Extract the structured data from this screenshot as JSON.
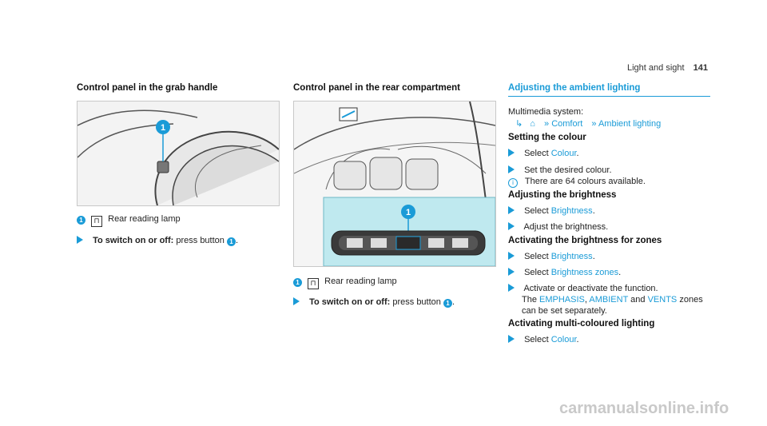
{
  "header": {
    "section": "Light and sight",
    "page_number": "141"
  },
  "left_column": {
    "title": "Control panel in the grab handle",
    "legend_marker": "1",
    "legend_text": "Rear reading lamp",
    "lamp_symbol": "reading-lamp-icon",
    "step_bold": "To switch on or off:",
    "step_text": "press button",
    "step_marker": "1"
  },
  "middle_column": {
    "title": "Control panel in the rear compartment",
    "legend_marker": "1",
    "legend_text": "Rear reading lamp",
    "lamp_symbol": "reading-lamp-icon",
    "step_bold": "To switch on or off:",
    "step_text": "press button",
    "step_marker": "1"
  },
  "right_column": {
    "title": "Adjusting the ambient lighting",
    "system_label": "Multimedia system:",
    "path": {
      "home_icon": "home-icon",
      "item1": "Comfort",
      "item2": "Ambient lighting"
    },
    "colour": {
      "heading": "Setting the colour",
      "step1_prefix": "Select",
      "step1_value": "Colour",
      "step2": "Set the desired colour.",
      "note": "There are 64 colours available."
    },
    "brightness": {
      "heading": "Adjusting the brightness",
      "step1_prefix": "Select",
      "step1_value": "Brightness",
      "step2": "Adjust the brightness."
    },
    "zones": {
      "heading": "Activating the brightness for zones",
      "step1_prefix": "Select",
      "step1_value": "Brightness",
      "step2_prefix": "Select",
      "step2_value": "Brightness zones",
      "step3_line1": "Activate or deactivate the function.",
      "step3_the": "The",
      "step3_z1": "EMPHASIS",
      "step3_z2": "AMBIENT",
      "step3_and": "and",
      "step3_z3": "VENTS",
      "step3_tail": "zones",
      "step3_line3": "can be set separately."
    },
    "multi": {
      "heading": "Activating multi-coloured lighting",
      "step1_prefix": "Select",
      "step1_value": "Colour"
    }
  },
  "footer": {
    "watermark": "carmanualsonline.info"
  },
  "colors": {
    "accent": "#1a9bd7",
    "highlight_panel": "#bfe9ef"
  }
}
